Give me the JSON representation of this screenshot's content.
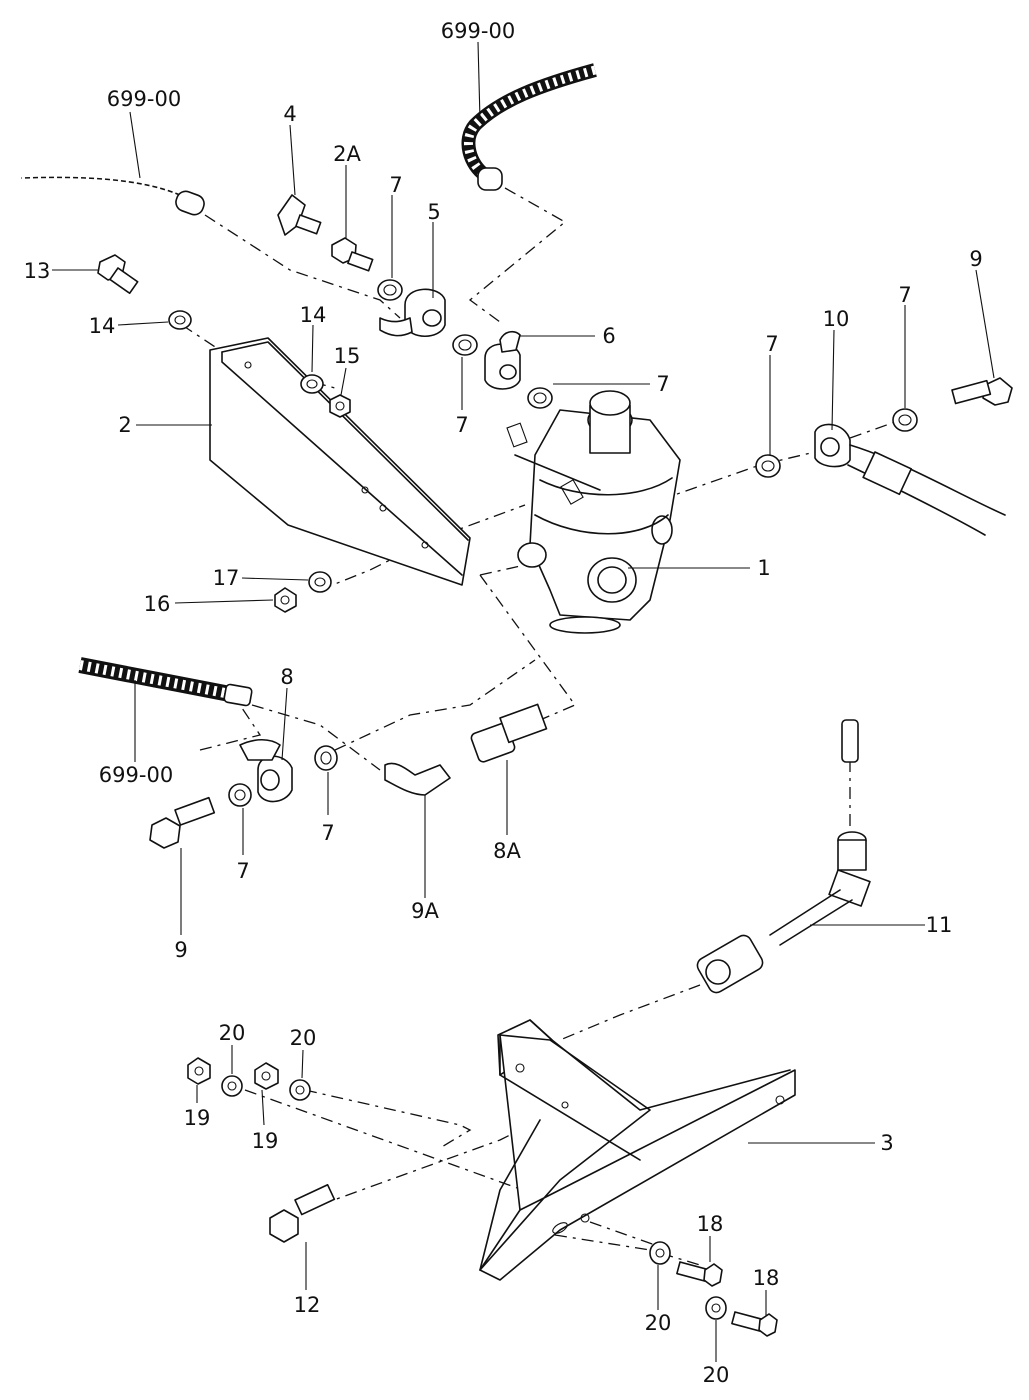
{
  "callouts": {
    "hose_ref_top": "699-00",
    "hose_ref_left": "699-00",
    "hose_ref_bottom": "699-00",
    "p1": "1",
    "p2": "2",
    "p2a": "2A",
    "p3": "3",
    "p4": "4",
    "p5": "5",
    "p6": "6",
    "p7_a": "7",
    "p7_b": "7",
    "p7_c": "7",
    "p7_d": "7",
    "p7_e": "7",
    "p7_f": "7",
    "p7_g": "7",
    "p8": "8",
    "p8a": "8A",
    "p9_top": "9",
    "p9_bottom": "9",
    "p9a": "9A",
    "p10": "10",
    "p11": "11",
    "p12": "12",
    "p13": "13",
    "p14_a": "14",
    "p14_b": "14",
    "p15": "15",
    "p16": "16",
    "p17": "17",
    "p18_a": "18",
    "p18_b": "18",
    "p19_a": "19",
    "p19_b": "19",
    "p20_a": "20",
    "p20_b": "20",
    "p20_c": "20",
    "p20_d": "20"
  }
}
